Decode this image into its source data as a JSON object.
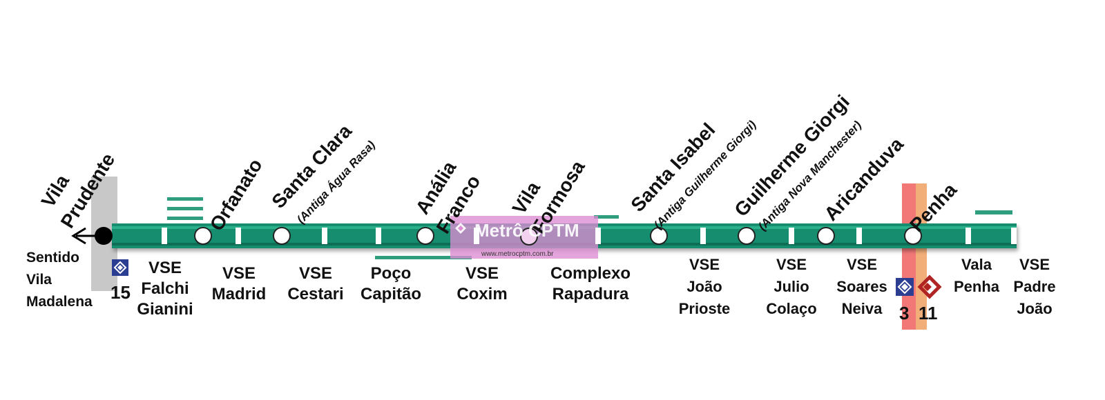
{
  "colors": {
    "line": "#168d6e",
    "line_highlight": "#2bb08a",
    "line_shadow": "#0f6e55",
    "metro_blue": "#2c3e92",
    "cptm_red": "#b02424",
    "line3_band": "#f06060",
    "line11_band": "#f0a060",
    "terminal_band": "#c8c8c8",
    "watermark": "#dc8cd2"
  },
  "stations": [
    {
      "id": "vila-prudente",
      "name_lines": [
        "Vila",
        "Prudente"
      ],
      "subtitle": ""
    },
    {
      "id": "orfanato",
      "name_lines": [
        "Orfanato"
      ],
      "subtitle": ""
    },
    {
      "id": "santa-clara",
      "name_lines": [
        "Santa Clara"
      ],
      "subtitle": "(Antiga Água Rasa)"
    },
    {
      "id": "analia-franco",
      "name_lines": [
        "Anália",
        "Franco"
      ],
      "subtitle": ""
    },
    {
      "id": "vila-formosa",
      "name_lines": [
        "Vila",
        "Formosa"
      ],
      "subtitle": ""
    },
    {
      "id": "santa-isabel",
      "name_lines": [
        "Santa Isabel"
      ],
      "subtitle": "(Antiga Guilherme Giorgi)"
    },
    {
      "id": "guilherme-giorgi",
      "name_lines": [
        "Guilherme Giorgi"
      ],
      "subtitle": "(Antiga Nova Manchester)"
    },
    {
      "id": "aricanduva",
      "name_lines": [
        "Aricanduva"
      ],
      "subtitle": ""
    },
    {
      "id": "penha",
      "name_lines": [
        "Penha"
      ],
      "subtitle": ""
    }
  ],
  "direction": {
    "lines": [
      "Sentido",
      "Vila",
      "Madalena"
    ],
    "icon": "arrow-left-icon"
  },
  "connections": {
    "vila_prudente": {
      "number": "15",
      "icon": "metro-logo-icon"
    },
    "penha": [
      {
        "number": "3",
        "icon": "metro-logo-icon"
      },
      {
        "number": "11",
        "icon": "cptm-logo-icon"
      }
    ]
  },
  "structures": [
    {
      "id": "vse-falchi-gianini",
      "lines": [
        "VSE",
        "Falchi",
        "Gianini"
      ]
    },
    {
      "id": "vse-madrid",
      "lines": [
        "VSE",
        "Madrid"
      ]
    },
    {
      "id": "vse-cestari",
      "lines": [
        "VSE",
        "Cestari"
      ]
    },
    {
      "id": "poco-capitao",
      "lines": [
        "Poço",
        "Capitão"
      ]
    },
    {
      "id": "vse-coxim",
      "lines": [
        "VSE",
        "Coxim"
      ]
    },
    {
      "id": "complexo-rapadura",
      "lines": [
        "Complexo",
        "Rapadura"
      ]
    },
    {
      "id": "vse-joao-prioste",
      "lines": [
        "VSE",
        "João",
        "Prioste"
      ]
    },
    {
      "id": "vse-julio-colaco",
      "lines": [
        "VSE",
        "Julio",
        "Colaço"
      ]
    },
    {
      "id": "vse-soares-neiva",
      "lines": [
        "VSE",
        "Soares",
        "Neiva"
      ]
    },
    {
      "id": "vala-penha",
      "lines": [
        "Vala",
        "Penha"
      ]
    },
    {
      "id": "vse-padre-joao",
      "lines": [
        "VSE",
        "Padre",
        "João"
      ]
    }
  ],
  "watermark": {
    "text": "Metrô CPTM",
    "url": "www.metrocptm.com.br",
    "icon": "metrocptm-logo-icon"
  }
}
